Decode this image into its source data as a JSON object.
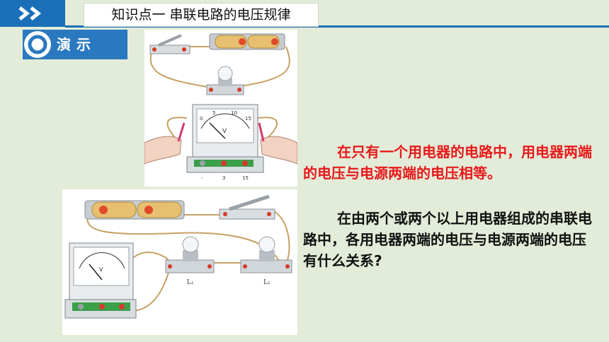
{
  "header": {
    "title": "知识点一   串联电路的电压规律"
  },
  "badge": {
    "label": "演示"
  },
  "figure2": {
    "label_l1": "L₁",
    "label_l2": "L₂"
  },
  "figure1": {
    "meter_unit": "V",
    "scale_labels": [
      "0",
      "5",
      "10",
      "15"
    ],
    "terminal_labels": [
      "-",
      "3",
      "15"
    ]
  },
  "paragraphs": {
    "conclusion": "在只有一个用电器的电路中，用电器两端的电压与电源两端的电压相等。",
    "question": "在由两个或两个以上用电器组成的串联电路中，各用电器两端的电压与电源两端的电压有什么关系?"
  },
  "colors": {
    "accent_blue": "#1a6fb8",
    "highlight_red": "#e8191c",
    "background": "#e2ecd8"
  }
}
